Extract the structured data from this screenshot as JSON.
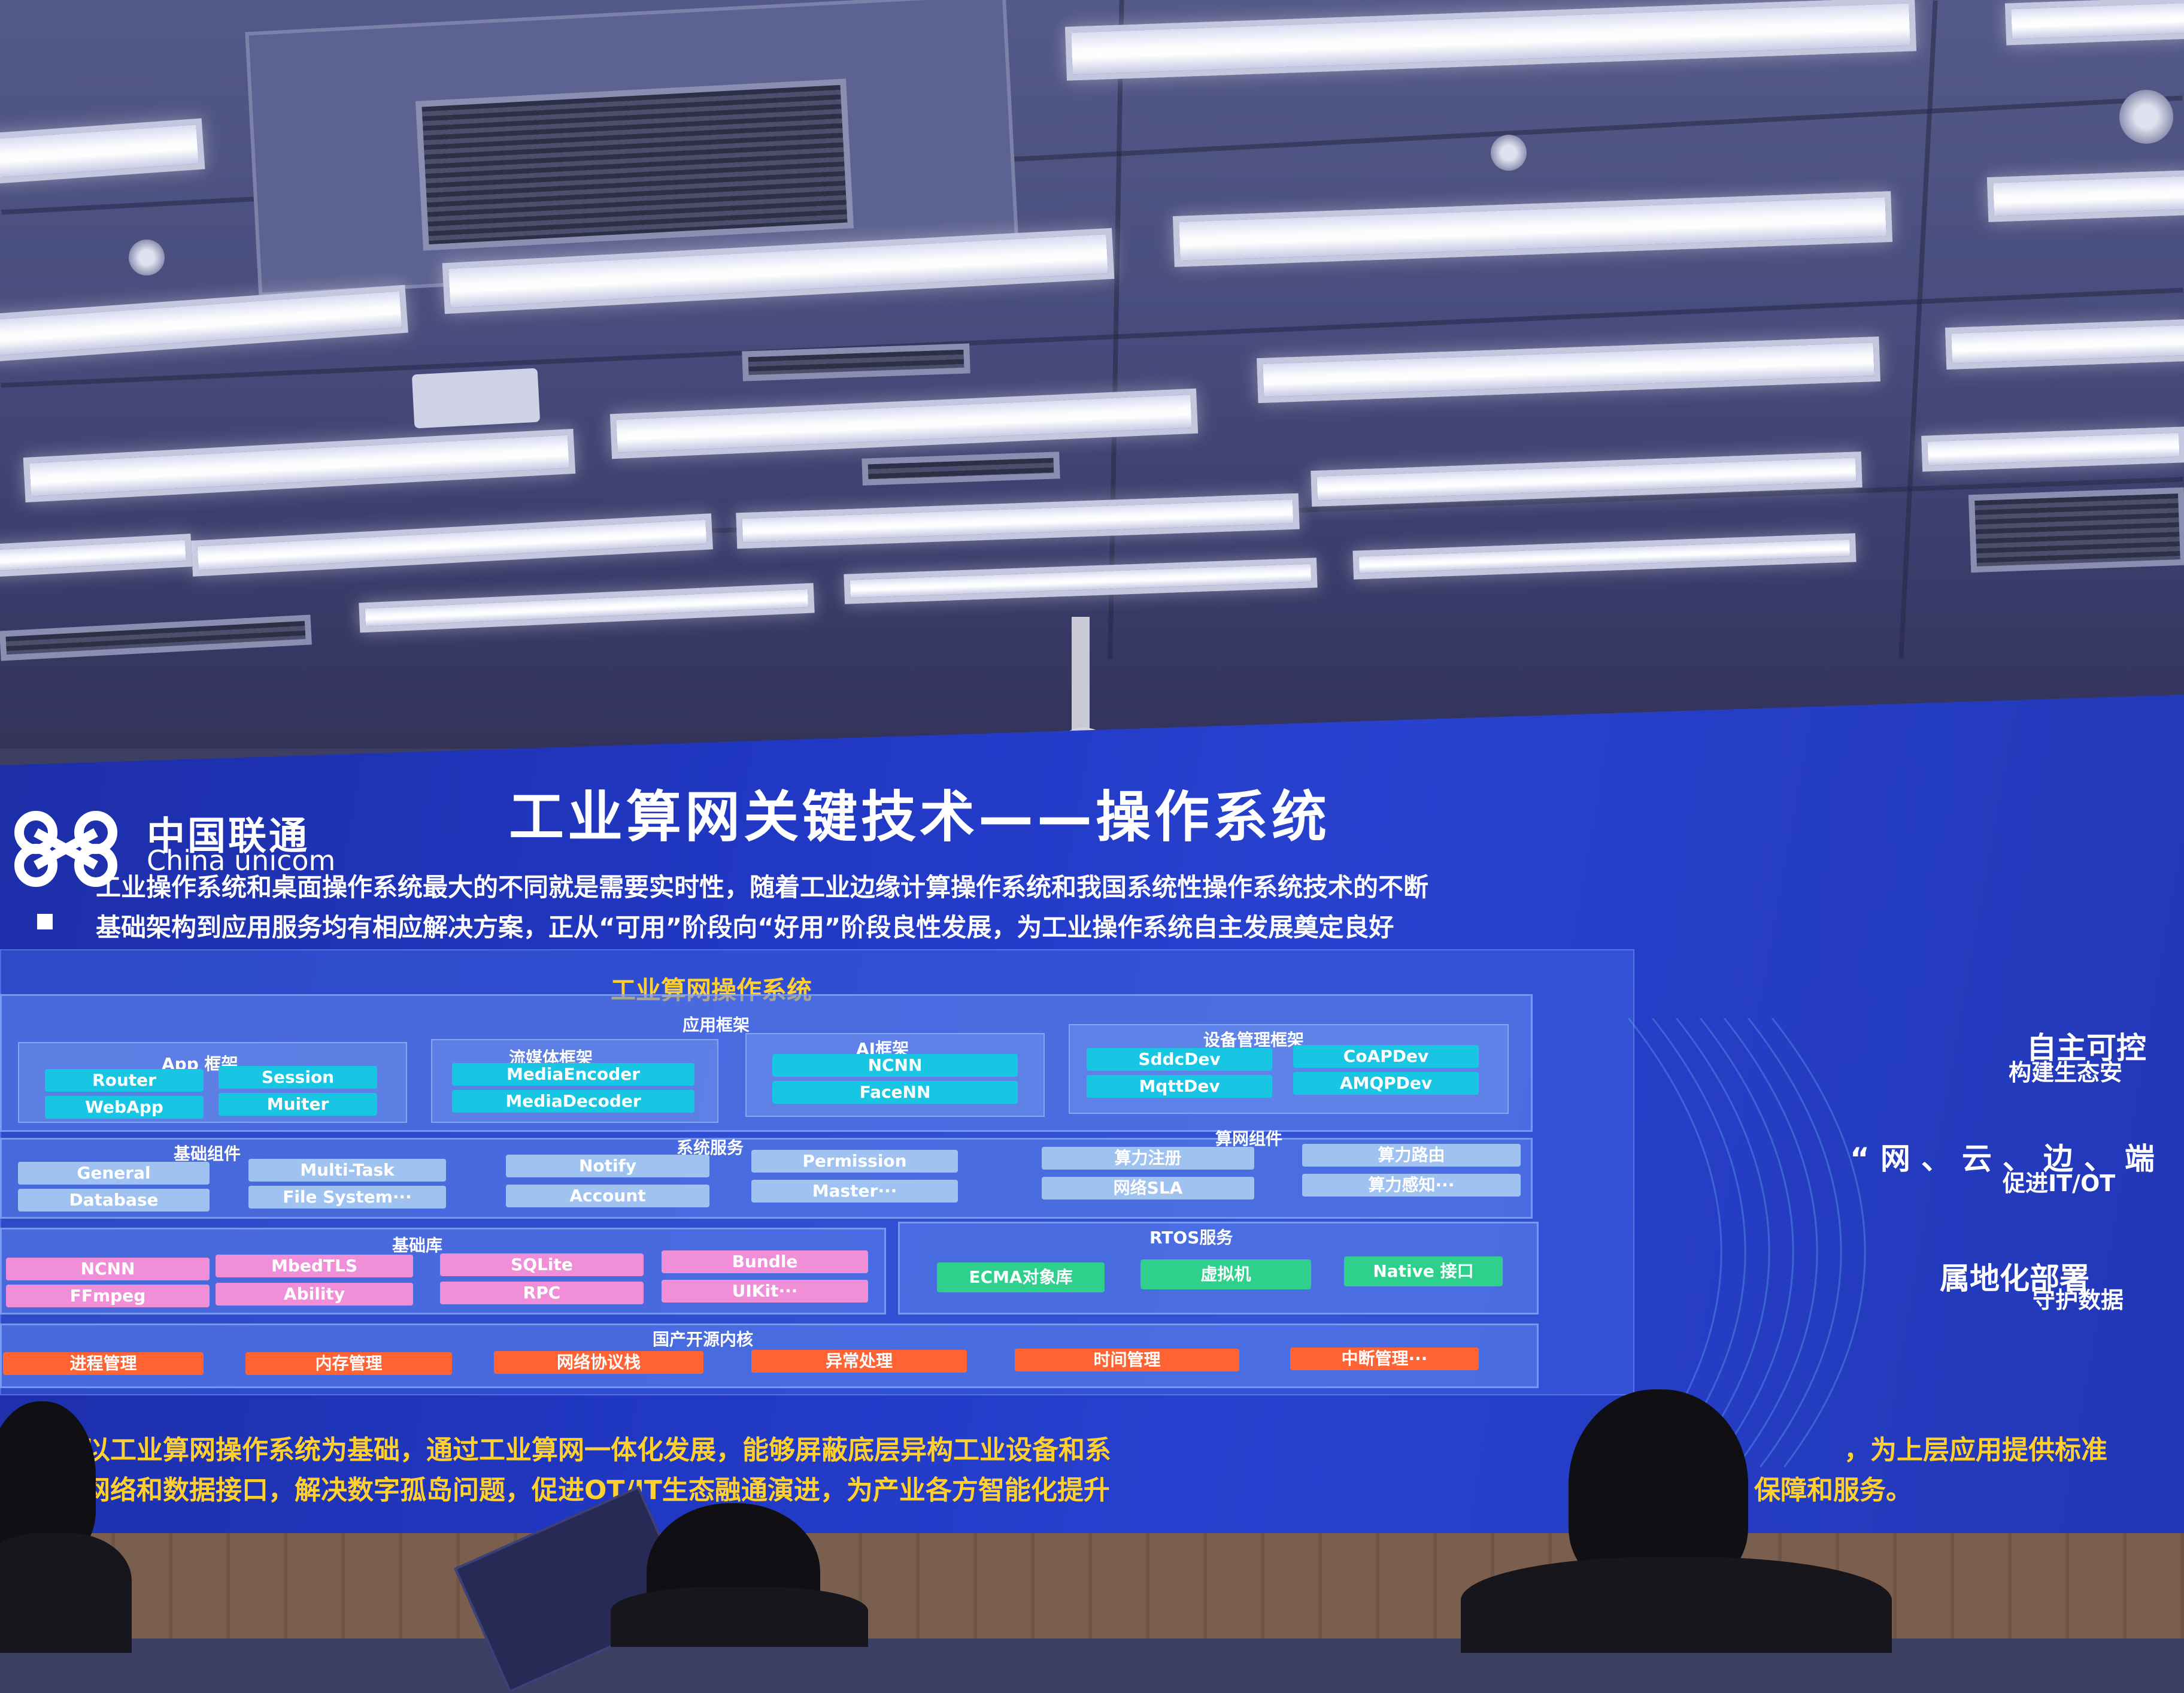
{
  "slide": {
    "logo_cn": "中国联通",
    "logo_en": "China unicom",
    "title": "工业算网关键技术——操作系统",
    "intro_line1": "工业操作系统和桌面操作系统最大的不同就是需要实时性，随着工业边缘计算操作系统和我国系统性操作系统技术的不断",
    "intro_line2": "基础架构到应用服务均有相应解决方案，正从“可用”阶段向“好用”阶段良性发展，为工业操作系统自主发展奠定良好",
    "diagram_title": "工业算网操作系统",
    "app_framework": {
      "label": "应用框架",
      "app": {
        "label": "App 框架",
        "items": [
          "Router",
          "Session",
          "WebApp",
          "Muiter"
        ]
      },
      "media": {
        "label": "流媒体框架",
        "items": [
          "MediaEncoder",
          "MediaDecoder"
        ]
      },
      "ai": {
        "label": "AI框架",
        "items": [
          "NCNN",
          "FaceNN"
        ]
      },
      "device": {
        "label": "设备管理框架",
        "items": [
          "SddcDev",
          "CoAPDev",
          "MqttDev",
          "AMQPDev"
        ]
      }
    },
    "base_components": {
      "label": "基础组件",
      "items": [
        "General",
        "Multi-Task",
        "Database",
        "File System···"
      ]
    },
    "system_services": {
      "label": "系统服务",
      "items": [
        "Notify",
        "Permission",
        "Account",
        "Master···"
      ]
    },
    "compute_components": {
      "label": "算网组件",
      "items": [
        "算力注册",
        "算力路由",
        "网络SLA",
        "算力感知···"
      ]
    },
    "base_library": {
      "label": "基础库",
      "items": [
        "NCNN",
        "MbedTLS",
        "SQLite",
        "Bundle",
        "FFmpeg",
        "Ability",
        "RPC",
        "UIKit···"
      ]
    },
    "rtos_services": {
      "label": "RTOS服务",
      "items": [
        "ECMA对象库",
        "虚拟机",
        "Native 接口"
      ]
    },
    "kernel": {
      "label": "国产开源内核",
      "items": [
        "进程管理",
        "内存管理",
        "网络协议栈",
        "异常处理",
        "时间管理",
        "中断管理···"
      ]
    },
    "right_points": [
      {
        "main": "自主可控",
        "sub": "构建生态安"
      },
      {
        "main": "“网、云、边、端",
        "sub": "促进IT/OT"
      },
      {
        "main": "属地化部署",
        "sub": "守护数据"
      }
    ],
    "bottom_line1": "以工业算网操作系统为基础，通过工业算网一体化发展，能够屏蔽底层异构工业设备和系",
    "bottom_line1b": "，为上层应用提供标准",
    "bottom_line2": "网络和数据接口，解决数字孤岛问题，促进OT/IT生态融通演进，为产业各方智能化提升",
    "bottom_line2b": "保障和服务。"
  }
}
